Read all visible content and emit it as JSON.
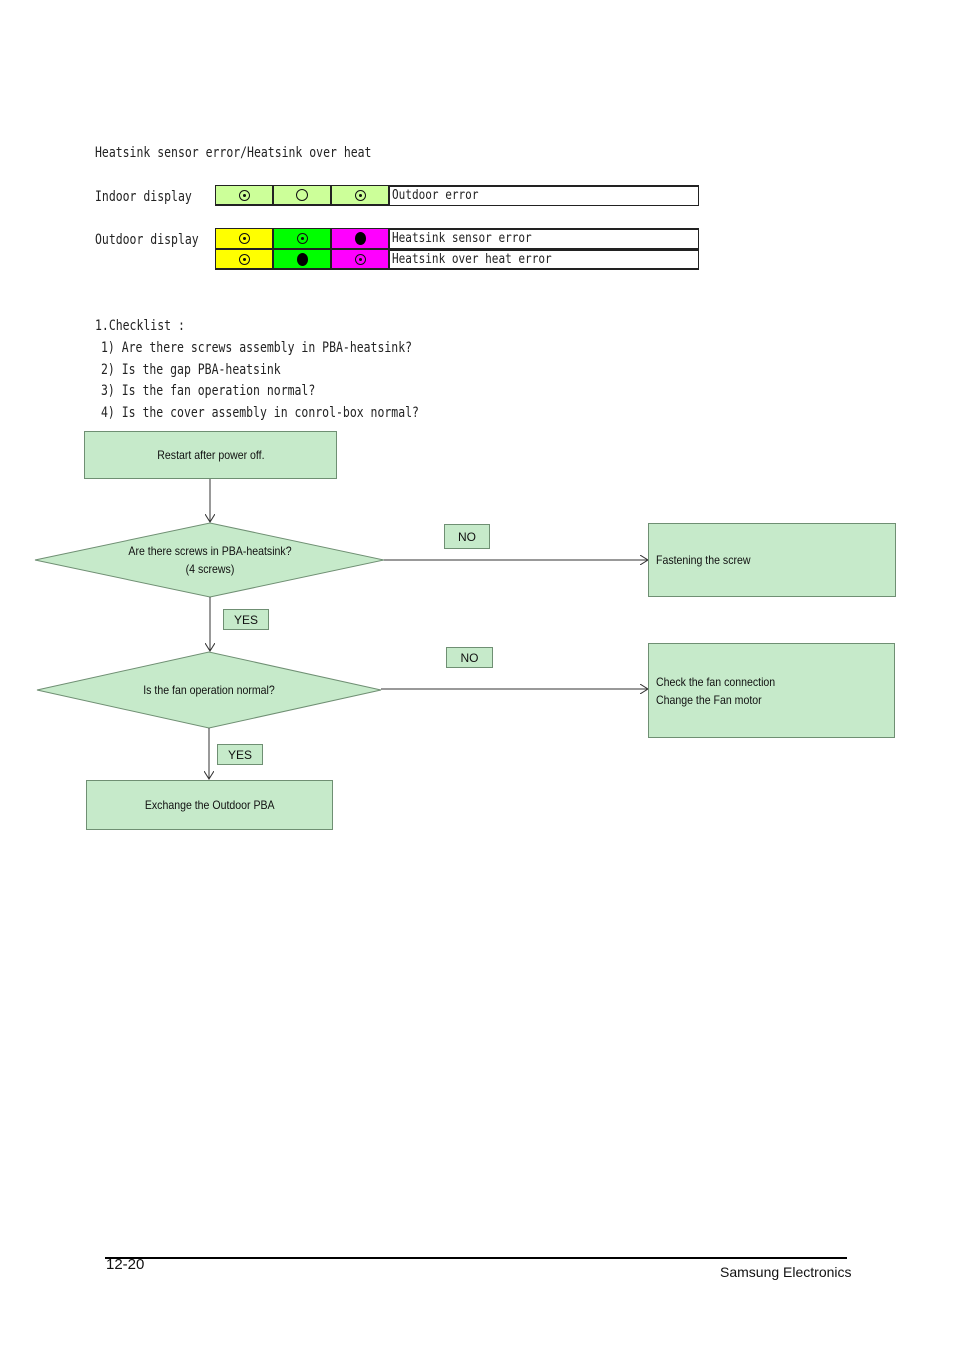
{
  "title": "Heatsink sensor error/Heatsink over heat",
  "indoor": {
    "label": "Indoor display",
    "leds": [
      {
        "color": "#ccff99",
        "state": "blink"
      },
      {
        "color": "#ccff99",
        "state": "off"
      },
      {
        "color": "#ccff99",
        "state": "blink"
      }
    ],
    "description": "Outdoor error"
  },
  "outdoor": {
    "label": "Outdoor display",
    "rows": [
      {
        "leds": [
          {
            "color": "#ffff00",
            "state": "blink"
          },
          {
            "color": "#00ff00",
            "state": "blink"
          },
          {
            "color": "#ff00ff",
            "state": "on"
          }
        ],
        "description": "Heatsink sensor error"
      },
      {
        "leds": [
          {
            "color": "#ffff00",
            "state": "blink"
          },
          {
            "color": "#00ff00",
            "state": "on"
          },
          {
            "color": "#ff00ff",
            "state": "blink"
          }
        ],
        "description": "Heatsink over heat error"
      }
    ]
  },
  "checklist": {
    "heading": "1.Checklist :",
    "items": [
      "1) Are there screws assembly in PBA-heatsink?",
      "2) Is the gap PBA-heatsink",
      "3) Is the fan operation normal?",
      "4) Is the cover assembly in conrol-box normal?"
    ]
  },
  "flow": {
    "start": "Restart after power off.",
    "decision1": {
      "line1": "Are there screws in PBA-heatsink?",
      "line2": "(4 screws)"
    },
    "no1": "NO",
    "action1": "Fastening the screw",
    "yes1": "YES",
    "decision2": "Is the fan  operation normal?",
    "no2": "NO",
    "action2": {
      "line1": "Check the fan connection",
      "line2": "Change the Fan motor"
    },
    "yes2": "YES",
    "end": "Exchange the  Outdoor PBA"
  },
  "footer": {
    "page": "12-20",
    "company": "Samsung Electronics"
  }
}
